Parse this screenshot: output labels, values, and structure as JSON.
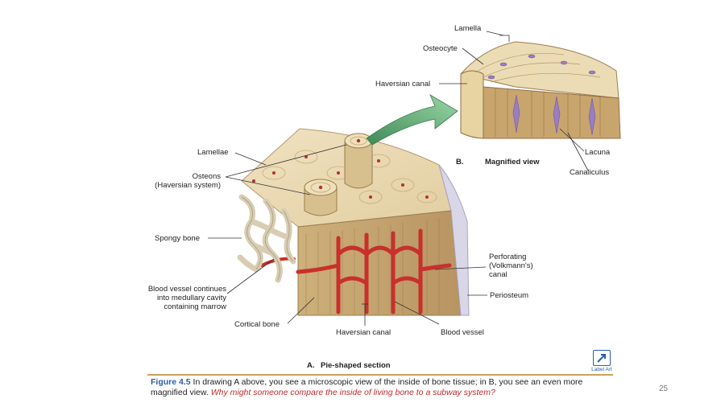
{
  "labels": {
    "lamella": "Lamella",
    "osteocyte": "Osteocyte",
    "haversian_canal_top": "Haversian canal",
    "lacuna": "Lacuna",
    "canaliculus": "Canaliculus",
    "panel_b_letter": "B.",
    "panel_b_title": "Magnified view",
    "lamellae": "Lamellae",
    "osteons_1": "Osteons",
    "osteons_2": "(Haversian system)",
    "spongy_bone": "Spongy bone",
    "blood_vessel_cont_1": "Blood vessel continues",
    "blood_vessel_cont_2": "into medullary cavity",
    "blood_vessel_cont_3": "containing marrow",
    "cortical_bone": "Cortical bone",
    "haversian_canal_bottom": "Haversian canal",
    "blood_vessel": "Blood vessel",
    "perforating_1": "Perforating",
    "perforating_2": "(Volkmann's)",
    "perforating_3": "canal",
    "periosteum": "Periosteum",
    "panel_a_letter": "A.",
    "panel_a_title": "Pie-shaped section"
  },
  "label_art": "Label Art",
  "caption": {
    "figure_ref": "Figure 4.5",
    "text": " In drawing A above, you see a microscopic view of the inside of bone tissue; in B, you see an even more magnified view. ",
    "question": "Why might someone compare the inside of living bone to a subway system?"
  },
  "page_number": "25",
  "colors": {
    "bone": "#e8d6ae",
    "vessel": "#c8302c",
    "arrow": "#5aaa6e",
    "periosteum": "#d9d6e8"
  }
}
